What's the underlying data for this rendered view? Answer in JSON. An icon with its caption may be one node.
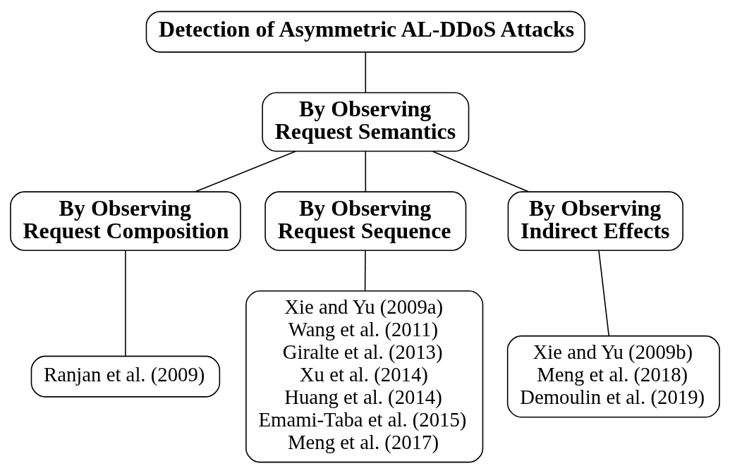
{
  "diagram": {
    "nodes": [
      {
        "text": [
          "Detection of Asymmetric AL-DDoS Attacks"
        ]
      },
      {
        "text": [
          "By Observing Request Semantics"
        ]
      },
      {
        "text": [
          "By Observing Request Composition"
        ]
      },
      {
        "text": [
          "By Observing Request Sequence"
        ]
      },
      {
        "text": [
          "By Observing Indirect Effects"
        ]
      },
      {
        "text": [
          "Ranjan et al. (2009)"
        ]
      },
      {
        "text": [
          "Xie and Yu (2009a)",
          "Wang et al. (2011)",
          "Giralte et al. (2013)",
          "Xu et al. (2014)",
          "Huang et al. (2014)",
          "Emami-Taba et al. (2015)",
          "Meng et al. (2017)"
        ]
      },
      {
        "text": [
          "Xie and Yu (2009b)",
          "Meng et al. (2018)",
          "Demoulin et al. (2019)"
        ]
      }
    ],
    "edges": [
      {
        "from": 0,
        "to": 1,
        "arrow": "none"
      },
      {
        "from": 1,
        "to": 2,
        "arrow": "none"
      },
      {
        "from": 1,
        "to": 3,
        "arrow": "none"
      },
      {
        "from": 1,
        "to": 4,
        "arrow": "none"
      },
      {
        "from": 2,
        "to": 5,
        "arrow": "none"
      },
      {
        "from": 3,
        "to": 6,
        "arrow": "none"
      },
      {
        "from": 4,
        "to": 7,
        "arrow": "none"
      }
    ]
  }
}
